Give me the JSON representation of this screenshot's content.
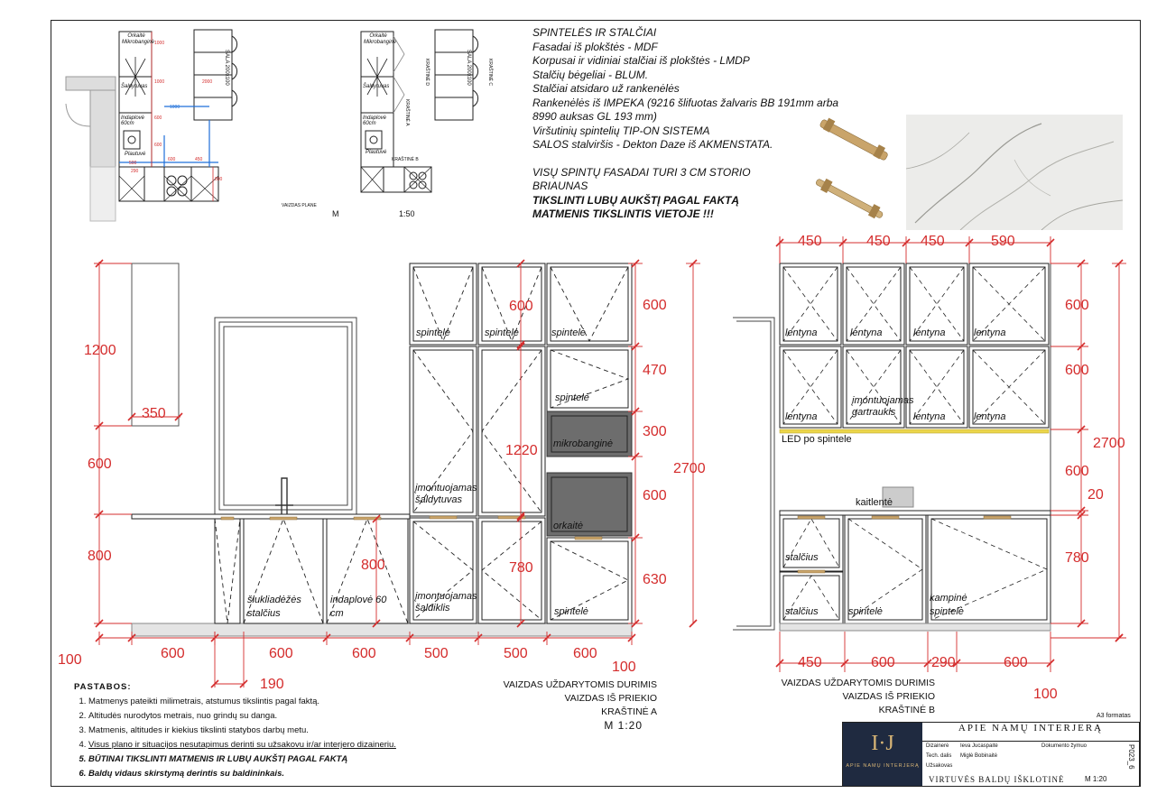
{
  "spec": {
    "title": "SPINTELĖS IR STALČIAI",
    "lines": [
      "Fasadai iš plokštės - MDF",
      "Korpusai ir vidiniai stalčiai iš plokštės - LMDP",
      "Stalčių bėgeliai - BLUM.",
      "Stalčiai atsidaro už rankenėlės",
      "Rankenėlės iš IMPEKA (9216 šlifuotas žalvaris BB 191mm arba",
      "8990 auksas GL 193 mm)",
      "Viršutinių spintelių TIP-ON SISTEMA",
      "SALOS stalviršis - Dekton Daze iš AKMENSTATA."
    ],
    "facade_note_1": "VISŲ SPINTŲ FASADAI TURI 3 CM STORIO",
    "facade_note_2": "BRIAUNAS",
    "warn_1": "TIKSLINTI LUBŲ AUKŠTĮ PAGAL FAKTĄ",
    "warn_2": "MATMENIS TIKSLINTIS VIETOJE !!!"
  },
  "plan": {
    "view_label": "VAIZDAS PLANE",
    "m_label": "M",
    "scale": "1:50",
    "labels": [
      "Orkaitė Mikrobanginė",
      "Šaldytuvas",
      "Indaplovė 60cm",
      "Plautuvė"
    ],
    "island": "SALA 200x100",
    "dims": [
      "1000",
      "1000",
      "1000",
      "600",
      "600",
      "500",
      "450",
      "600",
      "290",
      "800",
      "2000"
    ],
    "edge_a": "KRAŠTINĖ A",
    "edge_b": "KRAŠTINĖ B",
    "edge_c": "KRAŠTINĖ C",
    "edge_d": "KRAŠTINĖ D"
  },
  "elev_a": {
    "dims_left": [
      "1200",
      "350",
      "600",
      "800",
      "100"
    ],
    "dims_bottom": [
      "600",
      "600",
      "600",
      "500",
      "500",
      "600",
      "100",
      "190"
    ],
    "dims_right": [
      "600",
      "470",
      "300",
      "600",
      "630",
      "2700"
    ],
    "dims_inner": [
      "600",
      "1220",
      "780",
      "800"
    ],
    "labels": {
      "upper1": "spintelė",
      "upper2": "spintelė",
      "upper3": "spintelė",
      "upper4": "spintelė",
      "micro": "mikrobanginė",
      "oven": "orkaitė",
      "fridge": "įmontuojamas šaldytuvas",
      "freezer": "įmontuojamas šaldiklis",
      "trash": "šiukliadėžės stalčius",
      "dishwasher": "indaplovė 60 cm",
      "lower": "spintelė"
    },
    "caption": [
      "VAIZDAS UŽDARYTOMIS DURIMIS",
      "VAIZDAS IŠ PRIEKIO",
      "KRAŠTINĖ A"
    ],
    "scale": "M  1:20"
  },
  "elev_b": {
    "dims_top": [
      "450",
      "450",
      "450",
      "590"
    ],
    "dims_right": [
      "600",
      "600",
      "600",
      "20",
      "780",
      "2700",
      "100"
    ],
    "dims_bottom": [
      "450",
      "600",
      "290",
      "600"
    ],
    "labels": {
      "shelf1": "lentyna",
      "shelf2": "lentyna",
      "shelf3": "lentyna",
      "shelf4": "lentyna",
      "shelf5": "lentyna",
      "hood": "įmontuojamas gartraukis",
      "shelf6": "lentyna",
      "shelf7": "lentyna",
      "led": "LED po spintele",
      "hob": "kaitlentė",
      "drawer1": "stalčius",
      "drawer2": "stalčius",
      "cab": "spintelė",
      "corner": "kampinė spintelė"
    },
    "caption": [
      "VAIZDAS UŽDARYTOMIS DURIMIS",
      "VAIZDAS IŠ PRIEKIO",
      "KRAŠTINĖ B"
    ]
  },
  "notes": {
    "title": "PASTABOS:",
    "items": [
      "Matmenys pateikti milimetrais, atstumus tikslintis pagal faktą.",
      "Altitudės nurodytos metrais, nuo grindų su danga.",
      "Matmenis, altitudes ir kiekius tikslinti statybos darbų metu.",
      "Visus plano ir situacijos nesutapimus derinti su užsakovu ir/ar interjero dizaineriu.",
      "BŪTINAI TIKSLINTI MATMENIS IR LUBŲ AUKŠTĮ PAGAL FAKTĄ",
      "Baldų vidaus skirstymą derintis su baldininkais."
    ]
  },
  "titleblock": {
    "format": "A3 formatas",
    "company": "APIE NAMŲ INTERJERĄ",
    "logo_mark": "I·J",
    "logo_name": "APIE NAMŲ INTERJERĄ",
    "r1a": "Dizainerė",
    "r1b": "Ieva Jucaspaitė",
    "r1c": "Dokumento žymuo",
    "r2a": "Tech. dalis",
    "r2b": "Miglė Bobinaitė",
    "r3a": "Užsakovas",
    "drawing_title": "VIRTUVĖS BALDŲ IŠKLOTINĖ",
    "scale": "M 1:20",
    "code": "P023_6"
  },
  "colors": {
    "dim_red": "#d42c2c",
    "plan_blue": "#1e6fd9",
    "led_yellow": "#ecd64a",
    "appliance": "#6d6d6d",
    "brass": "#c9a46a"
  }
}
